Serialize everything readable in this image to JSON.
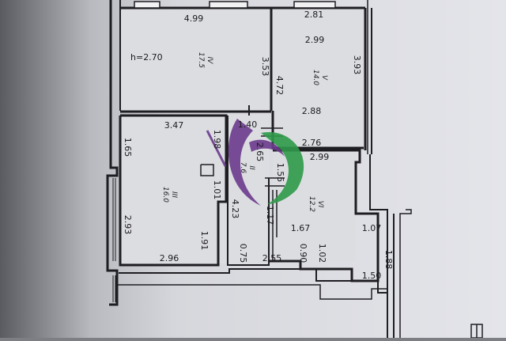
{
  "plan": {
    "ceiling_height": "h=2.70",
    "rooms": [
      {
        "id": "IV",
        "area": "17.5"
      },
      {
        "id": "V",
        "area": "14.0"
      },
      {
        "id": "III",
        "area": "16.0"
      },
      {
        "id": "II",
        "area": "7.6"
      },
      {
        "id": "VI",
        "area": "12.2"
      }
    ],
    "dimensions": {
      "d_4_99": "4.99",
      "d_2_81": "2.81",
      "d_2_99a": "2.99",
      "d_3_93": "3.93",
      "d_3_53": "3.53",
      "d_4_72": "4.72",
      "d_2_88": "2.88",
      "d_1_40": "1.40",
      "d_3_47": "3.47",
      "d_1_98": "1.98",
      "d_2_65": "2.65",
      "d_2_76": "2.76",
      "d_2_99b": "2.99",
      "d_1_65": "1.65",
      "d_1_55": "1.55",
      "d_1_01": "1.01",
      "d_4_23": "4.23",
      "d_1_17": "1.17",
      "d_2_93": "2.93",
      "d_1_67": "1.67",
      "d_1_07": "1.07",
      "d_1_91": "1.91",
      "d_2_96": "2.96",
      "d_0_75": "0.75",
      "d_2_55": "2.55",
      "d_0_90": "0.90",
      "d_1_02": "1.02",
      "d_1_88": "1.88",
      "d_1_50": "1.50"
    }
  },
  "colors": {
    "wall": "#1e1e22",
    "room_fill": "#dcdde1",
    "paper": "#e3e4e8",
    "logo_purple": "#6b3b8c",
    "logo_green": "#2f9a4a"
  }
}
